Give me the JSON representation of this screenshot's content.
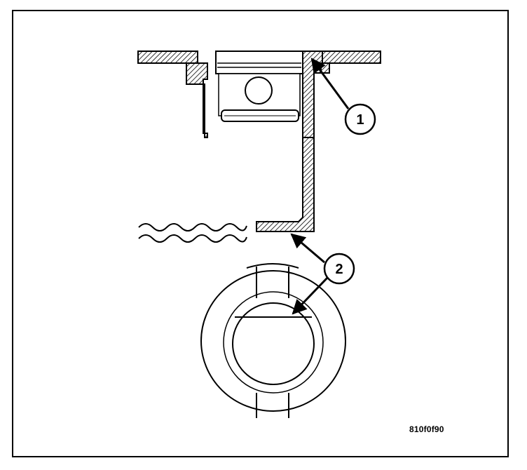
{
  "callouts": [
    {
      "id": 1,
      "label": "1"
    },
    {
      "id": 2,
      "label": "2"
    }
  ],
  "figure_id": "810f0f90",
  "colors": {
    "ink": "#000000",
    "paper": "#ffffff"
  }
}
